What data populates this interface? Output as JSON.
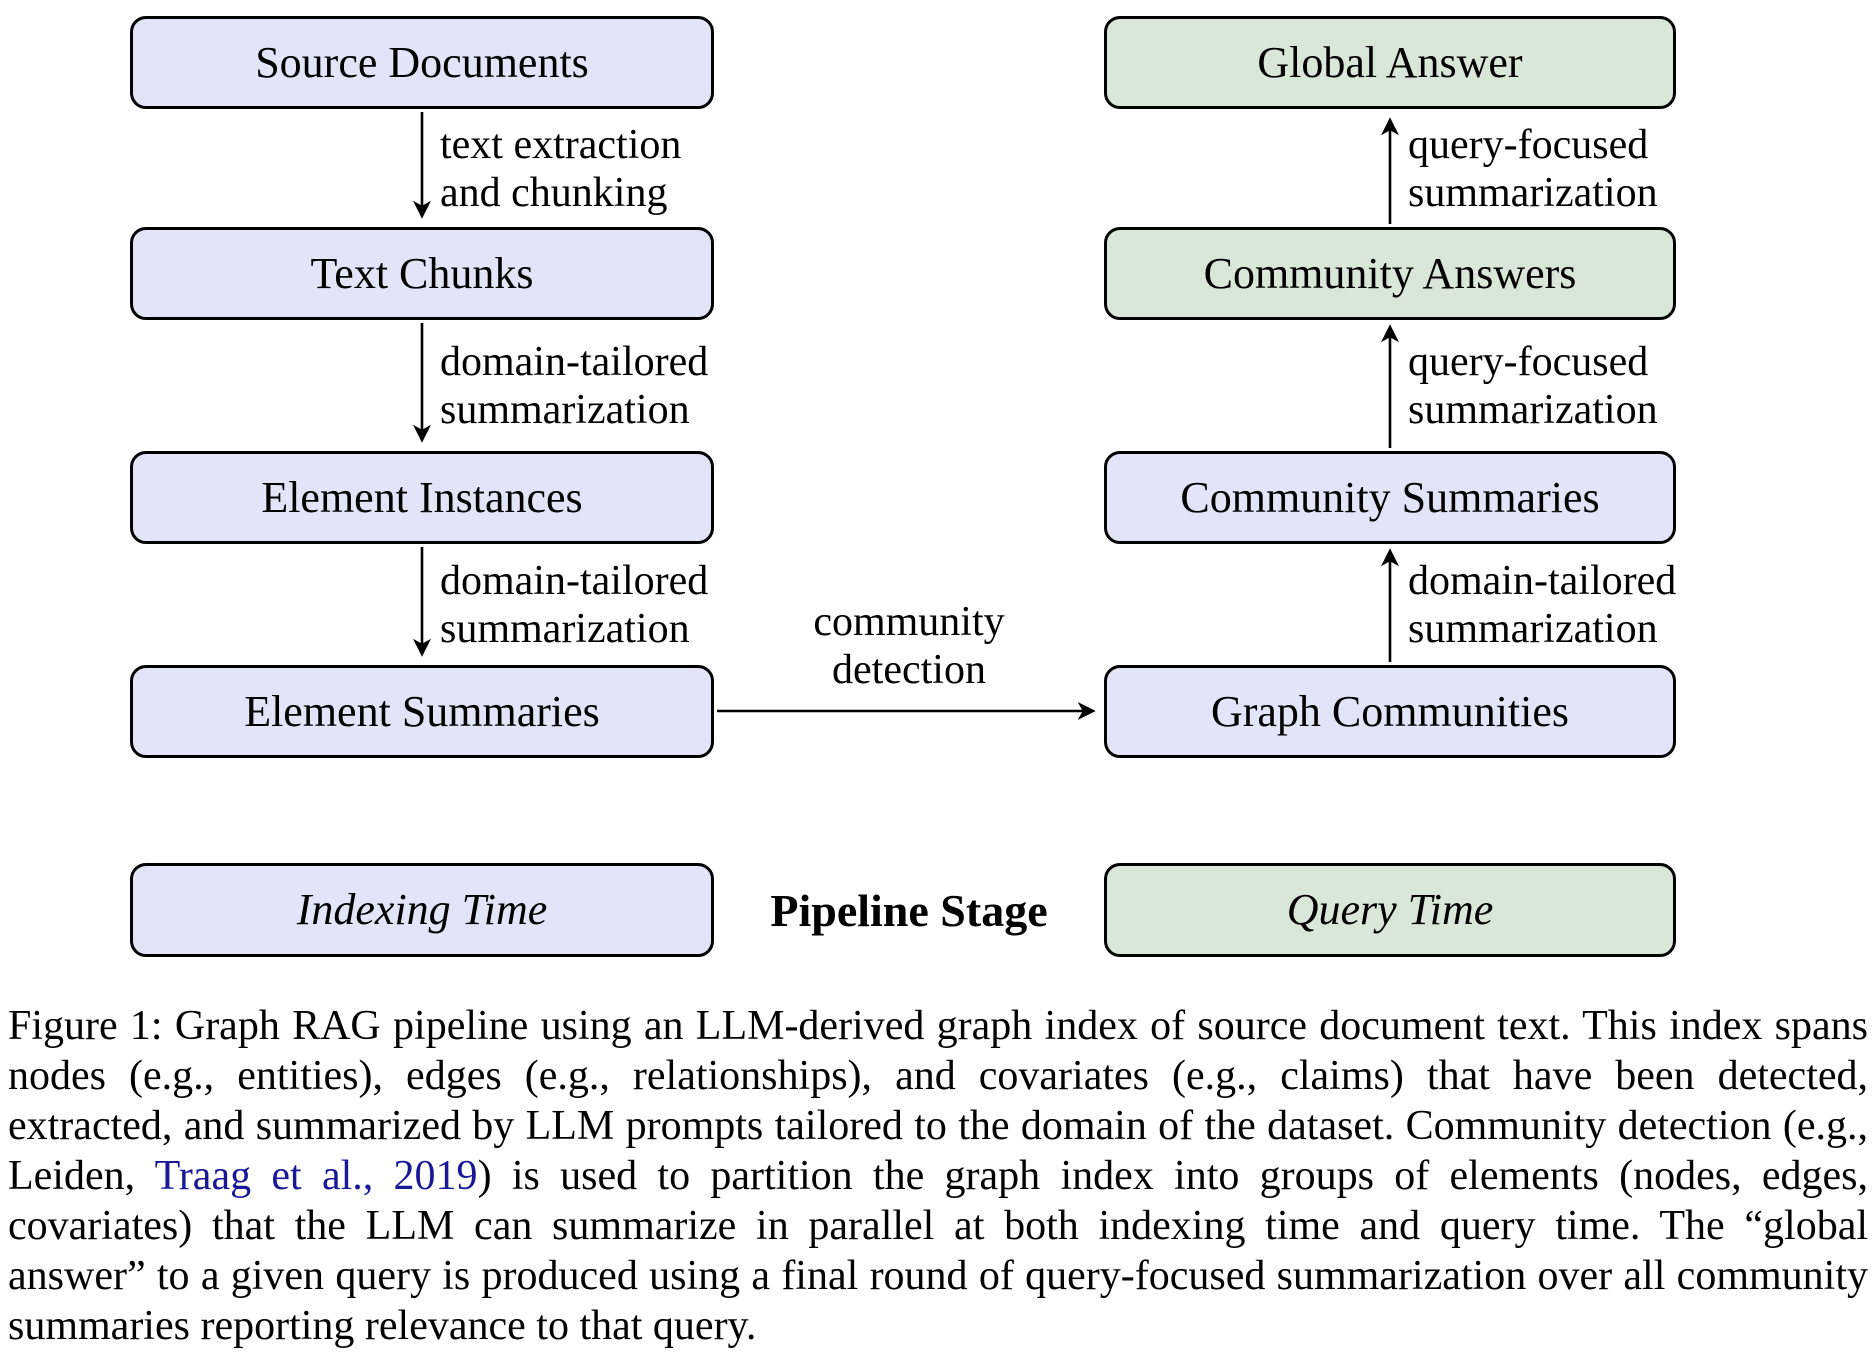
{
  "colors": {
    "lavender": "#e4e4f8",
    "green": "#d8e7d8",
    "border": "#000000",
    "link_blue": "#191998"
  },
  "diagram": {
    "left_column": {
      "boxes": [
        {
          "label": "Source Documents"
        },
        {
          "label": "Text Chunks"
        },
        {
          "label": "Element Instances"
        },
        {
          "label": "Element Summaries"
        }
      ],
      "edge_labels": [
        {
          "line1": "text extraction",
          "line2": "and chunking"
        },
        {
          "line1": "domain-tailored",
          "line2": "summarization"
        },
        {
          "line1": "domain-tailored",
          "line2": "summarization"
        }
      ]
    },
    "right_column": {
      "boxes": [
        {
          "label": "Global Answer"
        },
        {
          "label": "Community Answers"
        },
        {
          "label": "Community Summaries"
        },
        {
          "label": "Graph Communities"
        }
      ],
      "edge_labels": [
        {
          "line1": "query-focused",
          "line2": "summarization"
        },
        {
          "line1": "query-focused",
          "line2": "summarization"
        },
        {
          "line1": "domain-tailored",
          "line2": "summarization"
        }
      ]
    },
    "cross_edge_label": {
      "line1": "community",
      "line2": "detection"
    },
    "bottom_row": {
      "indexing_label": "Indexing Time",
      "center_label": "Pipeline Stage",
      "query_label": "Query Time"
    }
  },
  "caption": {
    "prefix": "Figure 1:  Graph RAG pipeline using an LLM-derived graph index of source document text.  This index spans nodes (e.g., entities), edges (e.g., relationships), and covariates (e.g., claims) that have been detected, extracted, and summarized by LLM prompts tailored to the domain of the dataset. Community detection (e.g., Leiden, ",
    "citation": "Traag et al., 2019",
    "suffix": ") is used to partition the graph index into groups of elements (nodes, edges, covariates) that the LLM can summarize in parallel at both indexing time and query time.  The “global answer” to a given query is produced using a final round of query-focused summarization over all community summaries reporting relevance to that query."
  }
}
